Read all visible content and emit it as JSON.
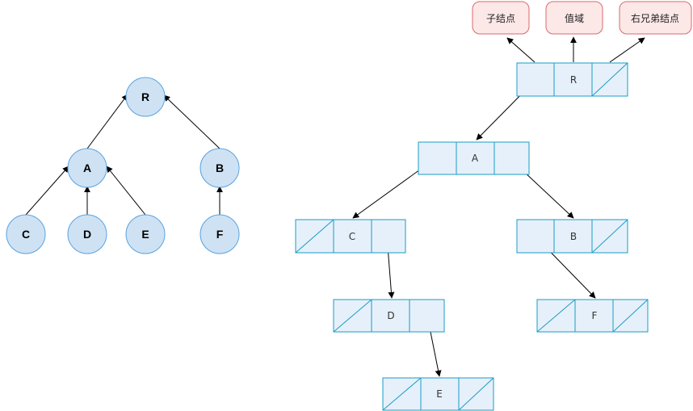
{
  "colors": {
    "circle_fill": "#cfe2f3",
    "circle_stroke": "#5aa3e0",
    "cell_fill": "#e6f0fa",
    "cell_stroke": "#1a9dc6",
    "legend_fill": "#fde8e8",
    "legend_stroke": "#d86a6a",
    "edge": "#000000"
  },
  "tree": {
    "nodes": {
      "R": {
        "label": "R"
      },
      "A": {
        "label": "A"
      },
      "B": {
        "label": "B"
      },
      "C": {
        "label": "C"
      },
      "D": {
        "label": "D"
      },
      "E": {
        "label": "E"
      },
      "F": {
        "label": "F"
      }
    }
  },
  "legend": {
    "child": "子结点",
    "value": "值域",
    "sibling": "右兄弟结点"
  },
  "cs_tree": {
    "R": {
      "label": "R",
      "child_null": false,
      "sibling_null": true
    },
    "A": {
      "label": "A",
      "child_null": false,
      "sibling_null": false
    },
    "C": {
      "label": "C",
      "child_null": true,
      "sibling_null": false
    },
    "B": {
      "label": "B",
      "child_null": false,
      "sibling_null": true
    },
    "D": {
      "label": "D",
      "child_null": true,
      "sibling_null": false
    },
    "F": {
      "label": "F",
      "child_null": true,
      "sibling_null": true
    },
    "E": {
      "label": "E",
      "child_null": true,
      "sibling_null": true
    }
  }
}
